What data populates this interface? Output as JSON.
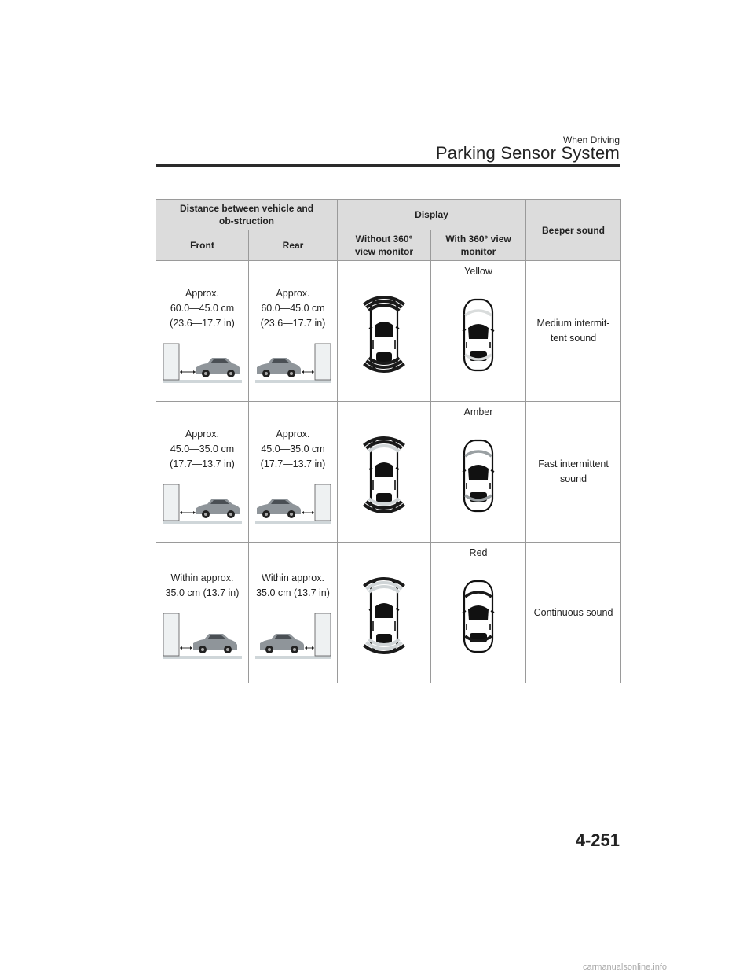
{
  "header": {
    "section": "When Driving",
    "title": "Parking Sensor System"
  },
  "table": {
    "col_distance": "Distance between vehicle and ob-struction",
    "col_display": "Display",
    "col_beeper": "Beeper sound",
    "col_front": "Front",
    "col_rear": "Rear",
    "col_without360": "Without 360° view monitor",
    "col_with360": "With 360° view monitor",
    "rows": [
      {
        "front": [
          "Approx.",
          "60.0—45.0 cm",
          "(23.6—17.7 in)"
        ],
        "rear": [
          "Approx.",
          "60.0—45.0 cm",
          "(23.6—17.7 in)"
        ],
        "color": "Yellow",
        "beeper": [
          "Medium intermit-",
          "tent sound"
        ]
      },
      {
        "front": [
          "Approx.",
          "45.0—35.0 cm",
          "(17.7—13.7 in)"
        ],
        "rear": [
          "Approx.",
          "45.0—35.0 cm",
          "(17.7—13.7 in)"
        ],
        "color": "Amber",
        "beeper": [
          "Fast intermittent",
          "sound"
        ]
      },
      {
        "front": [
          "Within approx.",
          "35.0 cm (13.7 in)"
        ],
        "rear": [
          "Within approx.",
          "35.0 cm (13.7 in)"
        ],
        "color": "Red",
        "beeper": [
          "Continuous sound"
        ]
      }
    ]
  },
  "page_number": "4-251",
  "watermark": "carmanualsonline.info"
}
